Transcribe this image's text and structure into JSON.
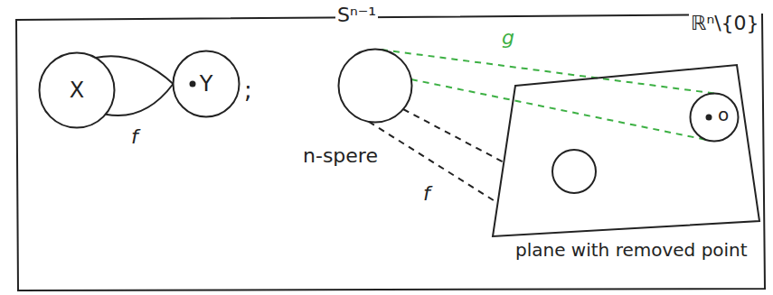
{
  "diagram": {
    "nodes": [
      {
        "text": [
          "X"
        ]
      },
      {
        "text": [
          "Y"
        ]
      },
      {
        "text": [
          "Sⁿ⁻¹",
          "n-spere"
        ]
      },
      {
        "text": [
          "ℝⁿ\\{0}",
          "plane with removed point"
        ]
      },
      {
        "text": [
          "o"
        ],
        "in": 3
      }
    ],
    "edges": [
      {
        "from": 0,
        "to": 1,
        "label": "f",
        "arrow": "none"
      },
      {
        "from": 2,
        "to": 4,
        "label": "g",
        "arrow": "none"
      },
      {
        "from": 2,
        "to": 3,
        "label": "f",
        "arrow": "none"
      }
    ],
    "labels": [
      ";"
    ]
  }
}
